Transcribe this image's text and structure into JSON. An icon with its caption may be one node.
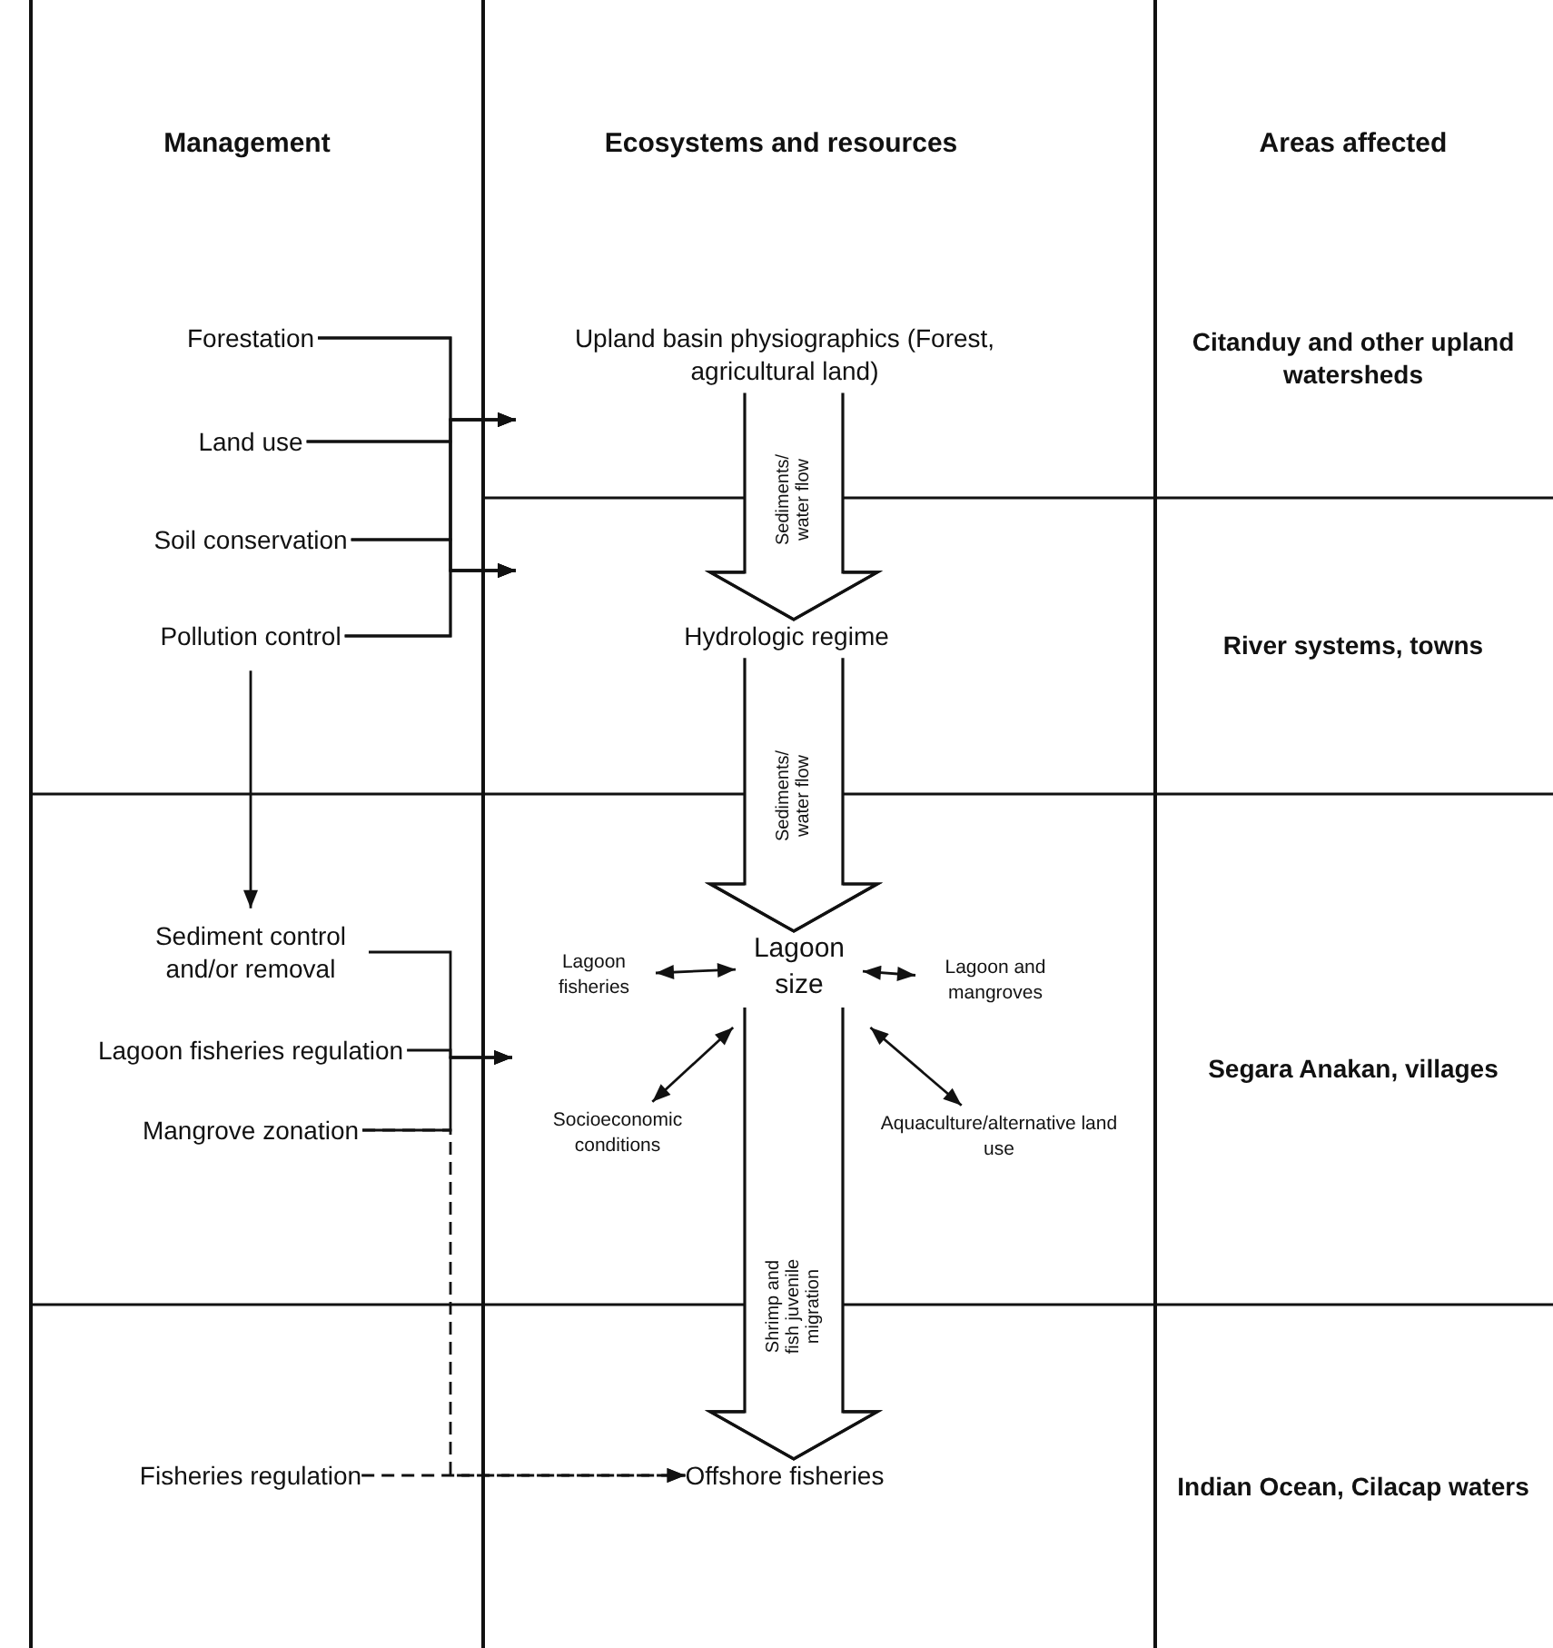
{
  "diagram": {
    "nodes": [
      {
        "text": [
          "Forestation"
        ]
      },
      {
        "text": [
          "Land use"
        ]
      },
      {
        "text": [
          "Soil conservation"
        ]
      },
      {
        "text": [
          "Pollution control"
        ]
      },
      {
        "text": [
          "Upland basin physiographics (Forest, agricultural land)"
        ]
      },
      {
        "text": [
          "Hydrologic regime"
        ]
      },
      {
        "text": [
          "Sediment control and/or removal"
        ]
      },
      {
        "text": [
          "Lagoon fisheries regulation"
        ]
      },
      {
        "text": [
          "Mangrove zonation"
        ]
      },
      {
        "text": [
          "Lagoon size"
        ]
      },
      {
        "text": [
          "Lagoon fisheries"
        ]
      },
      {
        "text": [
          "Lagoon and mangroves"
        ]
      },
      {
        "text": [
          "Socioeconomic conditions"
        ]
      },
      {
        "text": [
          "Aquaculture/alternative land use"
        ]
      },
      {
        "text": [
          "Fisheries regulation"
        ]
      },
      {
        "text": [
          "Offshore fisheries"
        ]
      }
    ],
    "edges": [
      {
        "from": 0,
        "to": null,
        "arrow": "to"
      },
      {
        "from": 1,
        "to": null,
        "arrow": "to"
      },
      {
        "from": 2,
        "to": null,
        "arrow": "to"
      },
      {
        "from": 3,
        "to": null,
        "arrow": "to"
      },
      {
        "from": 0,
        "to": null,
        "arrow": "to"
      },
      {
        "from": 1,
        "to": null,
        "arrow": "to"
      },
      {
        "from": 2,
        "to": null,
        "arrow": "to"
      },
      {
        "from": 3,
        "to": null,
        "arrow": "to"
      },
      {
        "from": 3,
        "to": 6,
        "arrow": "to"
      },
      {
        "from": 4,
        "to": 5,
        "arrow": "to",
        "label": "Sediments/ water flow"
      },
      {
        "from": 5,
        "to": 9,
        "arrow": "to",
        "label": "Sediments/ water flow"
      },
      {
        "from": 6,
        "to": null,
        "arrow": "to"
      },
      {
        "from": 7,
        "to": null,
        "arrow": "to"
      },
      {
        "from": 8,
        "to": null,
        "arrow": "to"
      },
      {
        "from": 10,
        "to": 9,
        "arrow": "both"
      },
      {
        "from": 9,
        "to": 11,
        "arrow": "both"
      },
      {
        "from": 9,
        "to": 12,
        "arrow": "both"
      },
      {
        "from": 9,
        "to": 13,
        "arrow": "both"
      },
      {
        "from": 8,
        "to": 15,
        "arrow": "to",
        "style": "dashed"
      },
      {
        "from": 14,
        "to": 15,
        "arrow": "to",
        "style": "dashed"
      },
      {
        "from": 9,
        "to": 15,
        "arrow": "to",
        "label": "Shrimp and fish juvenile migration"
      }
    ],
    "labels": [
      "Management",
      "Ecosystems and resources",
      "Areas affected",
      "Citanduy and other upland watersheds",
      "River systems, towns",
      "Segara Anakan, villages",
      "Indian Ocean, Cilacap waters"
    ]
  }
}
